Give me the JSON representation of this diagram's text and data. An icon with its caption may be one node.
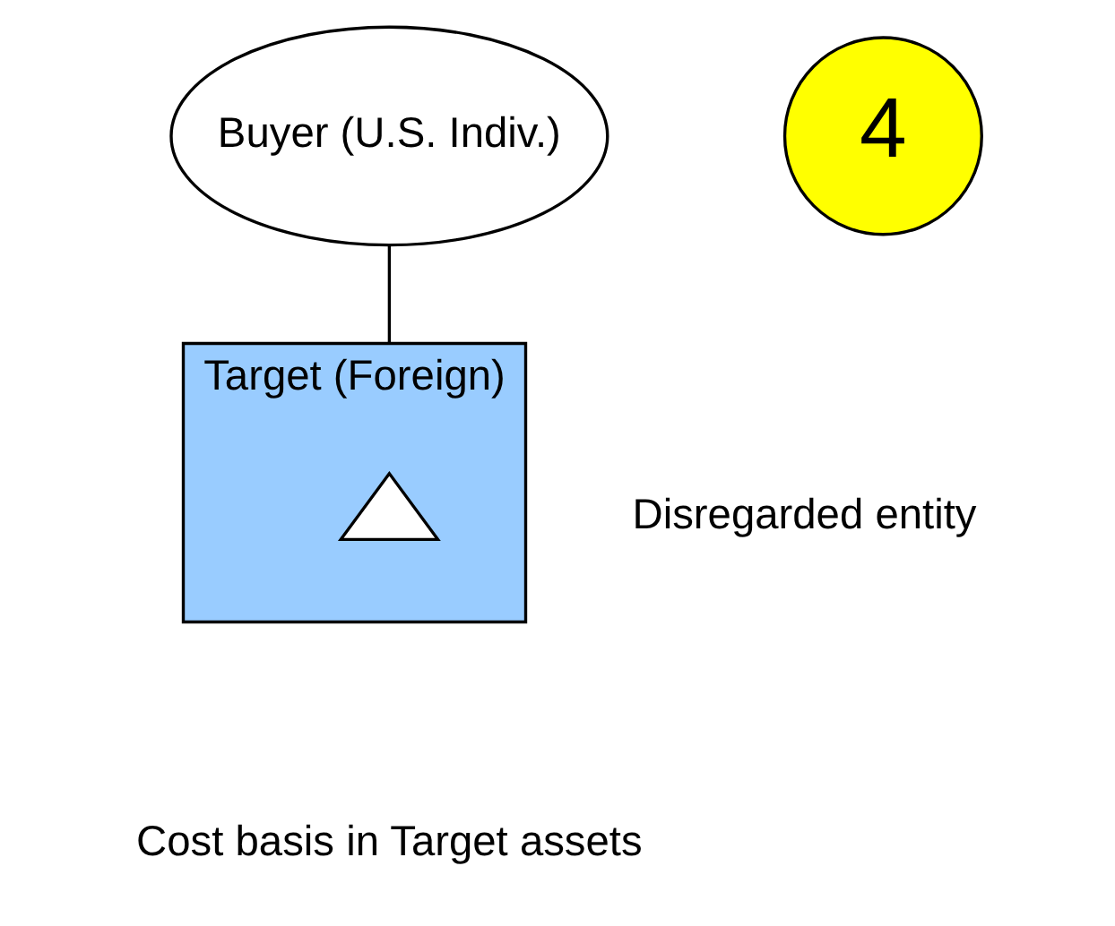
{
  "diagram": {
    "nodes": [
      {
        "text": [
          "Buyer (U.S. Indiv.)"
        ]
      },
      {
        "text": [
          "Target (Foreign)"
        ],
        "beside": [
          "Disregarded entity"
        ]
      },
      {
        "text": [],
        "shape": "triangle",
        "in": 1
      },
      {
        "text": [
          "4"
        ]
      }
    ],
    "edges": [
      {
        "from": 0,
        "to": 1,
        "arrow": "none"
      }
    ],
    "labels": [
      "Cost basis in Target assets"
    ]
  }
}
